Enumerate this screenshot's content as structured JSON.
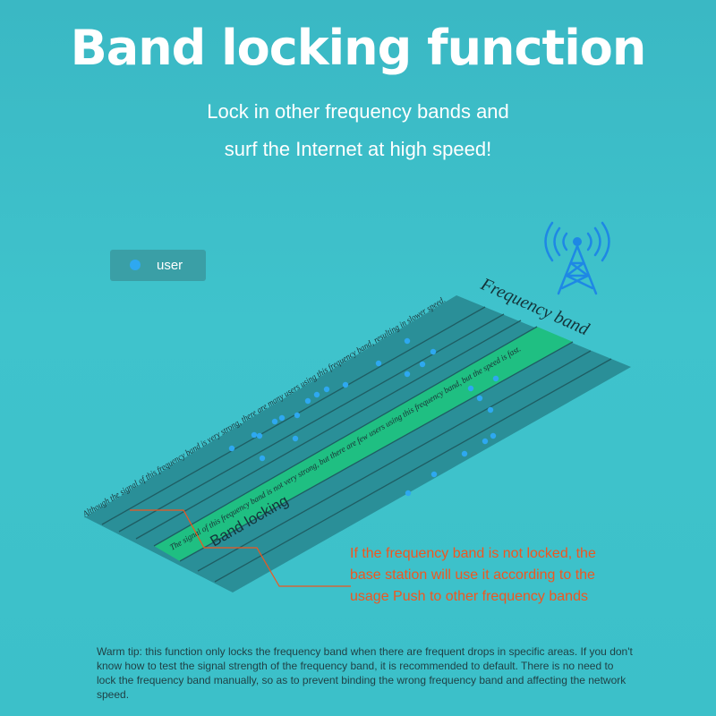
{
  "title": "Band locking function",
  "subtitle_line1": "Lock in other frequency bands and",
  "subtitle_line2": "surf the Internet at high speed!",
  "legend": {
    "label": "user",
    "icon": "user-dot-icon"
  },
  "tower": {
    "icon": "signal-tower-icon"
  },
  "plane": {
    "axis_label": "Frequency band",
    "band_locking_label": "Band locking",
    "strong_band_text": "Although the signal of this frequency band is very strong, there are many users using this frequency band, resulting in slower speed.",
    "weak_band_text": "The signal of this frequency band is not very strong, but there are few users using this frequency band, but the speed is fast."
  },
  "orange_note": {
    "line1": "If the frequency band is not locked, the",
    "line2": "base station will use it according to the",
    "line3": "usage Push to other frequency bands"
  },
  "warm_tip": "Warm tip: this function only locks the frequency band when there are frequent drops in specific areas. If you don't know how to test the signal strength of the frequency band, it is recommended to default. There is no need to lock the frequency band manually, so as to prevent binding the wrong frequency band and affecting the network speed.",
  "colors": {
    "background": "#3cbfc8",
    "plane": "#2a8f98",
    "locked_band": "#1fbf82",
    "user_dot": "#2ea8f0",
    "orange_text": "#f0561f",
    "white": "#ffffff"
  }
}
